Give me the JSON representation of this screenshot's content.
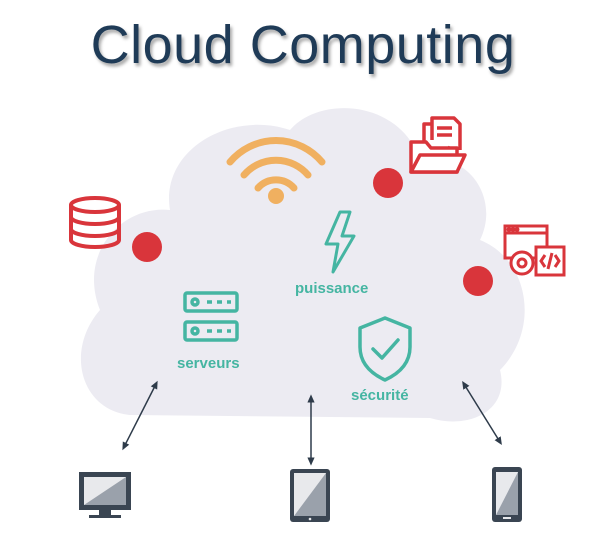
{
  "title": "Cloud Computing",
  "labels": {
    "power": "puissance",
    "servers": "serveurs",
    "security": "sécurité"
  },
  "icons": {
    "wifi": "wifi-icon",
    "database": "database-icon",
    "files": "folder-files-icon",
    "webdev": "web-code-icon",
    "lightning": "lightning-icon",
    "server": "server-icon",
    "shield": "shield-check-icon",
    "desktop": "desktop-monitor-icon",
    "tablet": "tablet-icon",
    "phone": "smartphone-icon"
  },
  "colors": {
    "title": "#1f3b57",
    "cloud": "#ecebf2",
    "teal": "#45b5a2",
    "red": "#d9353b",
    "orange": "#f0b060",
    "dark": "#2e3b4a"
  }
}
